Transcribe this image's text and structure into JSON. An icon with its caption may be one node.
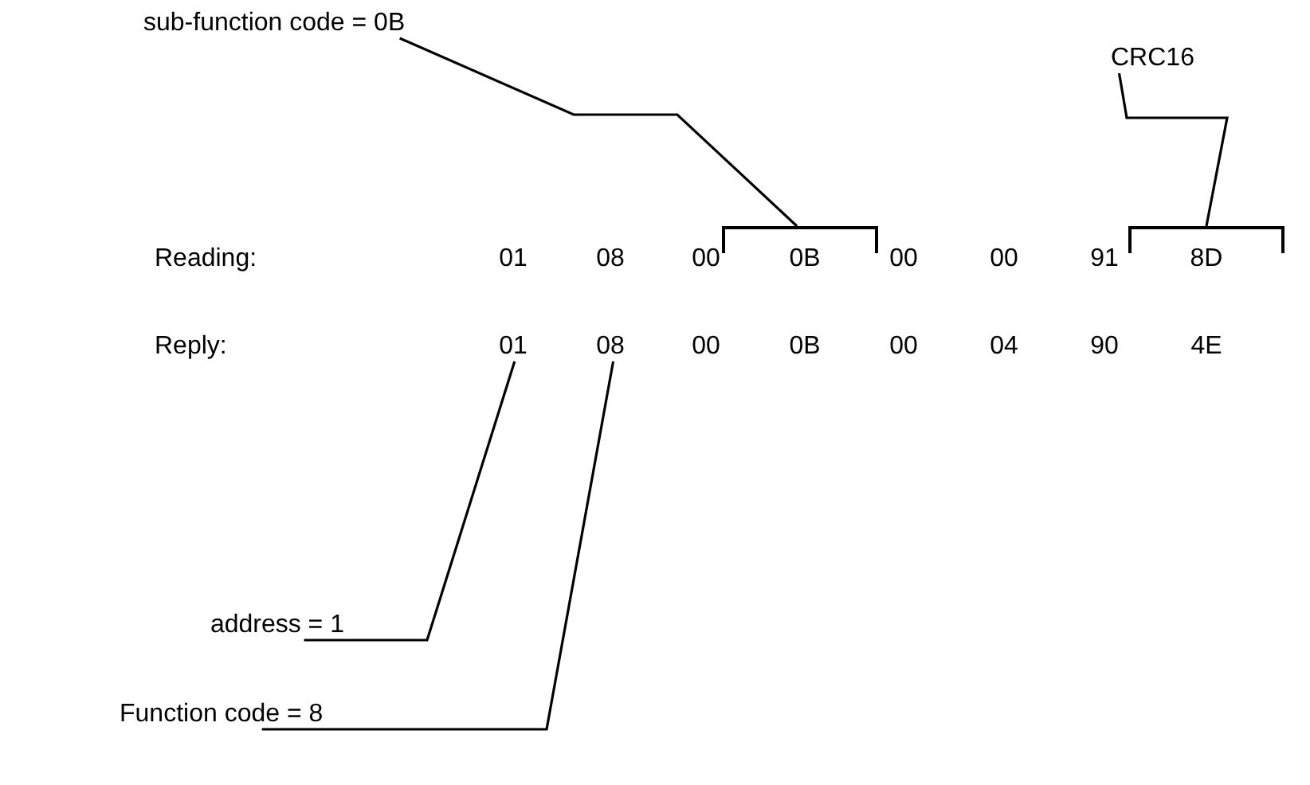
{
  "diagram": {
    "nodes": [
      {
        "text": [
          "sub-function code = 0B"
        ]
      },
      {
        "text": [
          "CRC16"
        ]
      },
      {
        "text": [],
        "shape": "bracket"
      },
      {
        "text": [],
        "shape": "bracket"
      },
      {
        "text": [
          "01"
        ]
      },
      {
        "text": [
          "08"
        ]
      },
      {
        "text": [
          "address = 1"
        ]
      },
      {
        "text": [
          "Function code = 8"
        ]
      }
    ],
    "edges": [
      {
        "from": 0,
        "to": 2,
        "arrow": "none"
      },
      {
        "from": 1,
        "to": 3,
        "arrow": "none"
      },
      {
        "from": 6,
        "to": 4,
        "arrow": "none"
      },
      {
        "from": 7,
        "to": 5,
        "arrow": "none"
      }
    ],
    "labels": [
      "Reading:",
      "01",
      "08",
      "00",
      "0B",
      "00",
      "00",
      "91",
      "8D",
      "Reply:",
      "00",
      "0B",
      "00",
      "04",
      "90",
      "4E"
    ]
  }
}
